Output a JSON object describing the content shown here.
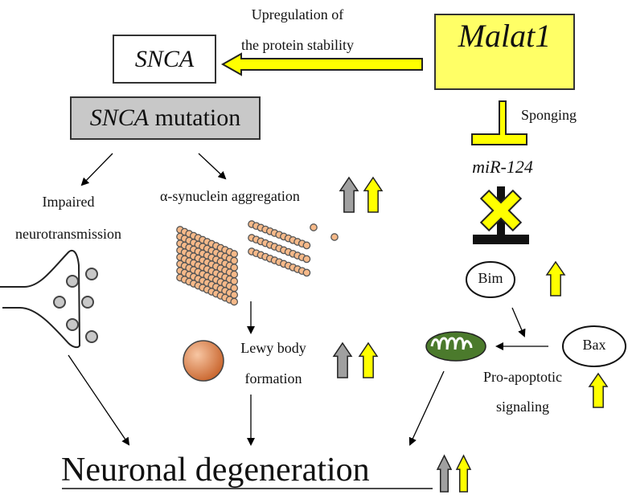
{
  "colors": {
    "yellow": "#ffff00",
    "malat_fill": "#ffff66",
    "gray_box": "#c8c8c8",
    "gray_arrow": "#a0a0a0",
    "bead": "#f6b989",
    "vesicle": "#c8c8c8",
    "mitochondria": "#4b7a2c",
    "lewy_body": "#d9804a"
  },
  "nodes": {
    "snca": "SNCA",
    "snca_mutation_italic": "SNCA",
    "snca_mutation_rest": " mutation",
    "malat1": "Malat1",
    "mir124": "miR-124",
    "bim": "Bim",
    "bax": "Bax"
  },
  "labels": {
    "upregulation_line1": "Upregulation of",
    "upregulation_line2": "the protein stability",
    "sponging": "Sponging",
    "impaired_line1": "Impaired",
    "impaired_line2": "neurotransmission",
    "aggregation": "α-synuclein aggregation",
    "lewy_line1": "Lewy body",
    "lewy_line2": "formation",
    "proapoptotic_line1": "Pro-apoptotic",
    "proapoptotic_line2": "signaling",
    "outcome": "Neuronal degeneration"
  },
  "indicators": {
    "aggregation": [
      "gray-up",
      "yellow-up"
    ],
    "lewy_body": [
      "gray-up",
      "yellow-up"
    ],
    "bim": [
      "yellow-up"
    ],
    "bax": [
      "yellow-up"
    ],
    "outcome": [
      "gray-up",
      "yellow-up"
    ]
  }
}
